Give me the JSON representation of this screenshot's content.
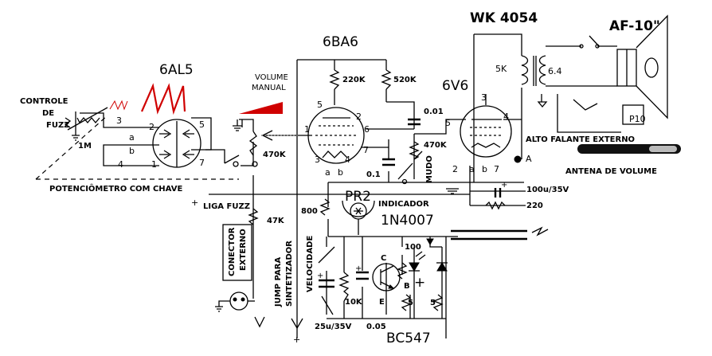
{
  "tubes": {
    "al5": "6AL5",
    "ba6": "6BA6",
    "v6": "6V6"
  },
  "transformer": {
    "model": "WK 4054",
    "primary": "5K",
    "secondary": "6.4"
  },
  "speaker": {
    "model": "AF-10\"",
    "jack": "P10",
    "external_label": "ALTO FALANTE EXTERNO"
  },
  "antenna_label": "ANTENA DE VOLUME",
  "fuzz": {
    "control_label_1": "CONTROLE",
    "control_label_2": "DE",
    "control_label_3": "FUZZ",
    "pot": "1M",
    "switch_pot_label": "POTENCIÔMETRO COM CHAVE",
    "switch_label": "LIGA FUZZ"
  },
  "volume": {
    "label_1": "VOLUME",
    "label_2": "MANUAL",
    "pot": "470K"
  },
  "pins": {
    "al5": [
      "3",
      "2",
      "5",
      "a",
      "b",
      "4",
      "1",
      "7"
    ],
    "ba6": [
      "5",
      "2",
      "1",
      "6",
      "3",
      "4",
      "7",
      "a",
      "b"
    ],
    "v6": [
      "3",
      "5",
      "4",
      "2",
      "a",
      "b",
      "7"
    ]
  },
  "resistors": {
    "r220k": "220K",
    "r520k": "520K",
    "r470k_mute": "470K",
    "r47k": "47K",
    "r800": "800",
    "r100": "100",
    "r10k": "10K",
    "r5a": "5",
    "r5b": "5",
    "r220": "220"
  },
  "capacitors": {
    "c001": "0.01",
    "c01": "0.1",
    "c100u": "100u/35V",
    "c25u": "25u/35V",
    "c005": "0.05"
  },
  "mute_label": "MUDO",
  "indicator": {
    "lamp": "PR2",
    "label": "INDICADOR"
  },
  "diode": "1N4007",
  "point_a": "A",
  "transistor": {
    "model": "BC547",
    "c": "C",
    "b": "B",
    "e": "E"
  },
  "velocity_label": "VELOCIDADE",
  "connector": {
    "line1": "CONECTOR",
    "line2": "EXTERNO"
  },
  "jumper": {
    "line1": "JUMP PARA",
    "line2": "SINTETIZADOR"
  },
  "plus_sign": "+"
}
